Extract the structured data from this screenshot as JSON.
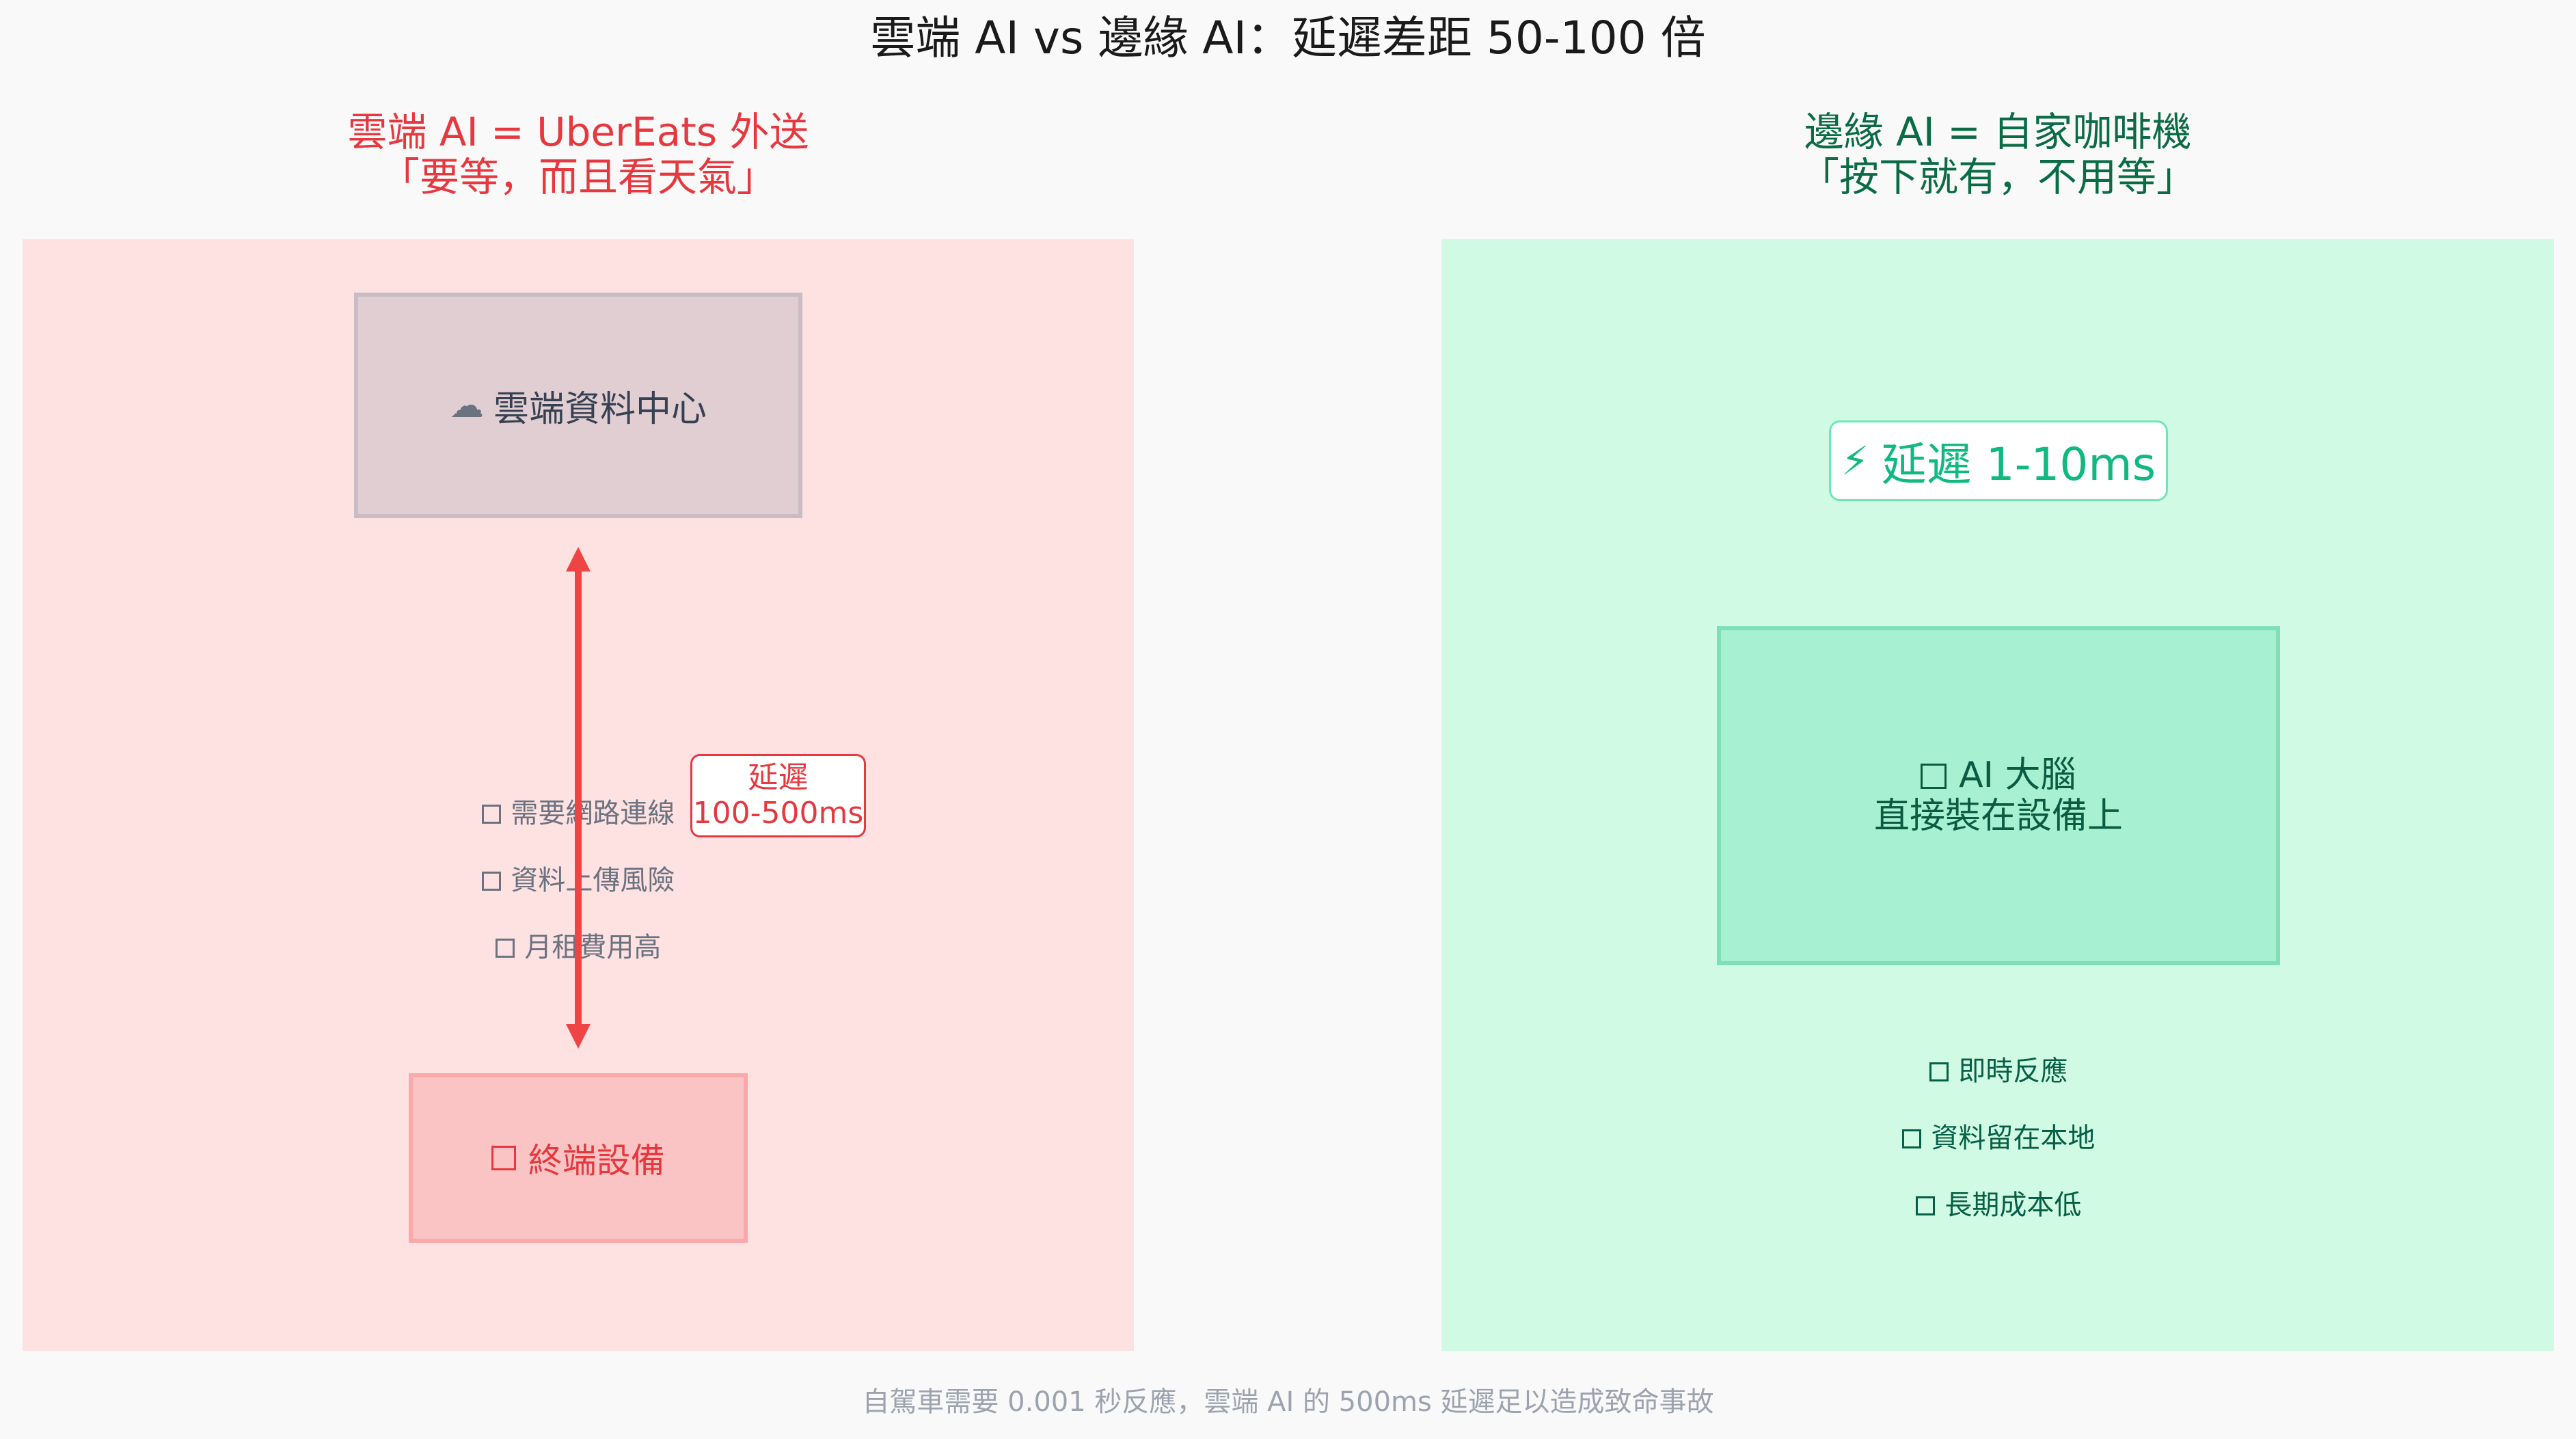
{
  "title": "雲端 AI vs 邊緣 AI：延遲差距 50-100 倍",
  "cloud_side": {
    "heading": "雲端 AI = UberEats 外送\n「要等，而且看天氣」",
    "datacenter_label": "雲端資料中心",
    "datacenter_icon": "cloud-icon",
    "latency_label": "延遲\n100-500ms",
    "items": [
      "需要網路連線",
      "資料上傳風險",
      "月租費用高"
    ],
    "device_label": "終端設備",
    "color": "#e5393f",
    "panel_color": "#fee2e2"
  },
  "edge_side": {
    "heading": "邊緣 AI = 自家咖啡機\n「按下就有，不用等」",
    "latency_label": "延遲 1-10ms",
    "latency_icon": "lightning-icon",
    "brain_label": "AI 大腦\n直接裝在設備上",
    "items": [
      "即時反應",
      "資料留在本地",
      "長期成本低"
    ],
    "color": "#0b6b45",
    "panel_color": "#d1fae5"
  },
  "footnote": "自駕車需要 0.001 秒反應，雲端 AI 的 500ms 延遲足以造成致命事故"
}
